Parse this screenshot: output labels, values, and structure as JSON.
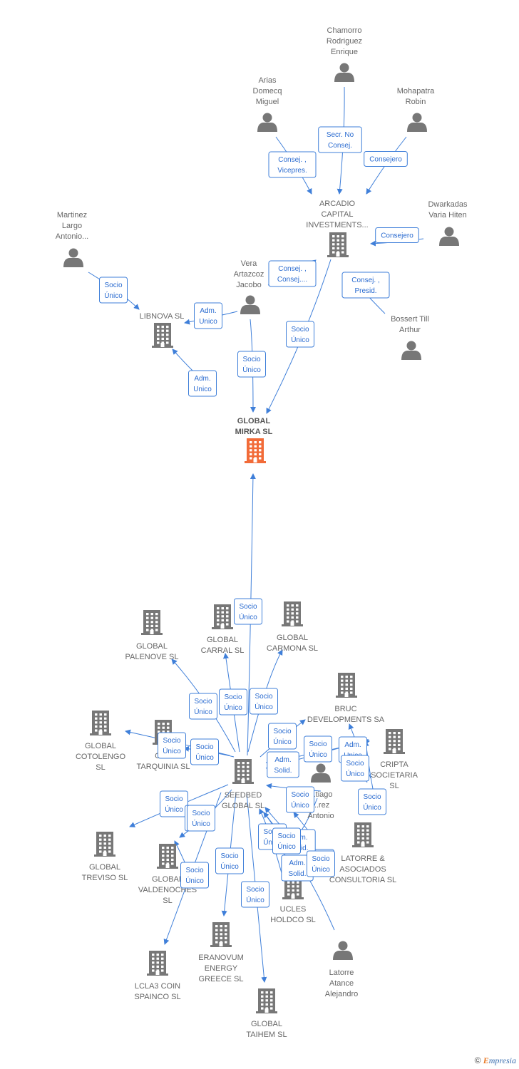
{
  "colors": {
    "edge": "#3f7fd9",
    "node": "#777777",
    "focus_node": "#f26b38"
  },
  "footer": {
    "copyright": "©",
    "brand_initial": "E",
    "brand_rest": "mpresia"
  },
  "nodes": [
    {
      "id": "chamorro",
      "type": "person",
      "label": [
        "Chamorro",
        "Rodriguez",
        "Enrique"
      ]
    },
    {
      "id": "arias",
      "type": "person",
      "label": [
        "Arias",
        "Domecq",
        "Miguel"
      ]
    },
    {
      "id": "mohapatra",
      "type": "person",
      "label": [
        "Mohapatra",
        "Robin"
      ]
    },
    {
      "id": "arcadio",
      "type": "company",
      "label": [
        "ARCADIO",
        "CAPITAL",
        "INVESTMENTS..."
      ]
    },
    {
      "id": "dwarkadas",
      "type": "person",
      "label": [
        "Dwarkadas",
        "Varia Hiten"
      ]
    },
    {
      "id": "martinez",
      "type": "person",
      "label": [
        "Martinez",
        "Largo",
        "Antonio..."
      ]
    },
    {
      "id": "vera",
      "type": "person",
      "label": [
        "Vera",
        "Artazcoz",
        "Jacobo"
      ]
    },
    {
      "id": "bossert",
      "type": "person",
      "label": [
        "Bossert Till",
        "Arthur"
      ]
    },
    {
      "id": "libnova",
      "type": "company",
      "label": [
        "LIBNOVA SL"
      ]
    },
    {
      "id": "mirka",
      "type": "focus",
      "label": [
        "GLOBAL",
        "MIRKA  SL"
      ]
    },
    {
      "id": "palenove",
      "type": "company",
      "label": [
        "GLOBAL",
        "PALENOVE  SL"
      ]
    },
    {
      "id": "carral",
      "type": "company",
      "label": [
        "GLOBAL",
        "CARRAL  SL"
      ]
    },
    {
      "id": "carmona",
      "type": "company",
      "label": [
        "GLOBAL",
        "CARMONA  SL"
      ]
    },
    {
      "id": "bruc",
      "type": "company",
      "label": [
        "BRUC",
        "DEVELOPMENTS SA"
      ]
    },
    {
      "id": "cotolengo",
      "type": "company",
      "label": [
        "GLOBAL",
        "COTOLENGO",
        "SL"
      ]
    },
    {
      "id": "tarquinia",
      "type": "company",
      "label": [
        "GL...",
        "TARQUINIA  SL"
      ]
    },
    {
      "id": "cripta",
      "type": "company",
      "label": [
        "CRIPTA",
        "SOCIETARIA",
        "SL"
      ]
    },
    {
      "id": "seedbed",
      "type": "company",
      "label": [
        "SEEDBED",
        "GLOBAL  SL"
      ]
    },
    {
      "id": "santiago",
      "type": "person",
      "label": [
        "...tiago",
        "...rez",
        "Antonio"
      ]
    },
    {
      "id": "treviso",
      "type": "company",
      "label": [
        "GLOBAL",
        "TREVISO  SL"
      ]
    },
    {
      "id": "valdenoches",
      "type": "company",
      "label": [
        "GLOBAL",
        "VALDENOCHES",
        "SL"
      ]
    },
    {
      "id": "latorre_asoc",
      "type": "company",
      "label": [
        "LATORRE &",
        "ASOCIADOS",
        "CONSULTORIA SL"
      ]
    },
    {
      "id": "ucles",
      "type": "company",
      "label": [
        "UCLES",
        "HOLDCO  SL"
      ]
    },
    {
      "id": "eranovum",
      "type": "company",
      "label": [
        "ERANOVUM",
        "ENERGY",
        "GREECE  SL"
      ]
    },
    {
      "id": "lcla3",
      "type": "company",
      "label": [
        "LCLA3 COIN",
        "SPAINCO  SL"
      ]
    },
    {
      "id": "latorre_alej",
      "type": "person",
      "label": [
        "Latorre",
        "Atance",
        "Alejandro"
      ]
    },
    {
      "id": "taihem",
      "type": "company",
      "label": [
        "GLOBAL",
        "TAIHEM SL"
      ]
    }
  ],
  "edges": [
    {
      "label": [
        "Secr.  No",
        "Consej."
      ]
    },
    {
      "label": [
        "Consej.  ,",
        "Vicepres."
      ]
    },
    {
      "label": [
        "Consejero"
      ]
    },
    {
      "label": [
        "Consejero"
      ]
    },
    {
      "label": [
        "Consej.  ,",
        "Consej...."
      ]
    },
    {
      "label": [
        "Consej.  ,",
        "Presid."
      ]
    },
    {
      "label": [
        "Socio",
        "Único"
      ]
    },
    {
      "label": [
        "Adm.",
        "Unico"
      ]
    },
    {
      "label": [
        "Socio",
        "Único"
      ]
    },
    {
      "label": [
        "Socio",
        "Único"
      ]
    },
    {
      "label": [
        "Adm.",
        "Unico"
      ]
    },
    {
      "label": [
        "Socio",
        "Único"
      ]
    },
    {
      "label": [
        "Socio",
        "Único"
      ]
    },
    {
      "label": [
        "Socio",
        "Único"
      ]
    },
    {
      "label": [
        "Socio",
        "Único"
      ]
    },
    {
      "label": [
        "Socio",
        "Único"
      ]
    },
    {
      "label": [
        "Socio",
        "Único"
      ]
    },
    {
      "label": [
        "Socio",
        "Único"
      ]
    },
    {
      "label": [
        "Socio",
        "Único"
      ]
    },
    {
      "label": [
        "Socio",
        "Único"
      ]
    },
    {
      "label": [
        "Adm.",
        "Solid."
      ]
    },
    {
      "label": [
        "Socio",
        "Único"
      ]
    },
    {
      "label": [
        "Adm.",
        "Unico"
      ]
    },
    {
      "label": [
        "Socio",
        "Único"
      ]
    },
    {
      "label": [
        "Socio",
        "Único"
      ]
    },
    {
      "label": [
        "Socio",
        "Único"
      ]
    },
    {
      "label": [
        "Socio",
        "Único"
      ]
    },
    {
      "label": [
        "Socio",
        "Único"
      ]
    },
    {
      "label": [
        "Socio",
        "Único"
      ]
    },
    {
      "label": [
        "Socio",
        "Único"
      ]
    },
    {
      "label": [
        "Socio",
        "Único"
      ]
    },
    {
      "label": [
        "Adm.",
        "Solid."
      ]
    },
    {
      "label": [
        "Socio",
        "Único"
      ]
    },
    {
      "label": [
        "Adm.",
        "Solid."
      ]
    },
    {
      "label": [
        "Socio",
        "Único"
      ]
    },
    {
      "label": [
        "Socio",
        "Único"
      ]
    }
  ]
}
